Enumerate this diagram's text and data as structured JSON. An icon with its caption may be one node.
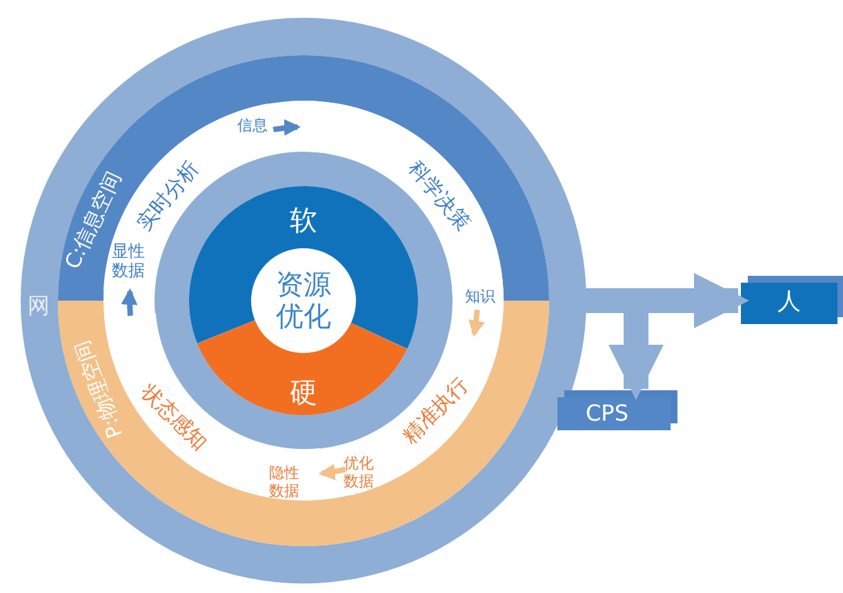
{
  "diagram": {
    "nodes": [
      {
        "text": [
          "网"
        ]
      },
      {
        "text": [
          "C:信息空间"
        ],
        "in": 0
      },
      {
        "text": [
          "P:物理空间"
        ],
        "in": 0
      },
      {
        "text": [
          "显性数据",
          "实时分析",
          "信息"
        ],
        "in": 0
      },
      {
        "text": [
          "科学决策",
          "知识"
        ],
        "in": 0
      },
      {
        "text": [
          "精准执行",
          "优化数据"
        ],
        "in": 0
      },
      {
        "text": [
          "状态感知",
          "隐性数据"
        ],
        "in": 0
      },
      {
        "text": [
          "软"
        ],
        "in": 0
      },
      {
        "text": [
          "硬"
        ],
        "in": 0
      },
      {
        "text": [
          "资源优化"
        ],
        "in": 0
      },
      {
        "text": [
          "人"
        ]
      },
      {
        "text": [
          "CPS"
        ]
      }
    ],
    "edges": [
      {
        "from": 3,
        "to": 4,
        "arrow": "to"
      },
      {
        "from": 4,
        "to": 5,
        "arrow": "to",
        "color": "#f3c087"
      },
      {
        "from": 5,
        "to": 6,
        "arrow": "to",
        "color": "#f3c087"
      },
      {
        "from": 6,
        "to": 3,
        "arrow": "to"
      },
      {
        "from": 0,
        "to": 10,
        "arrow": "to",
        "style": "thick",
        "color": "#8eaed6"
      },
      {
        "from": 0,
        "to": 11,
        "arrow": "to",
        "style": "thick",
        "color": "#8eaed6"
      }
    ]
  }
}
